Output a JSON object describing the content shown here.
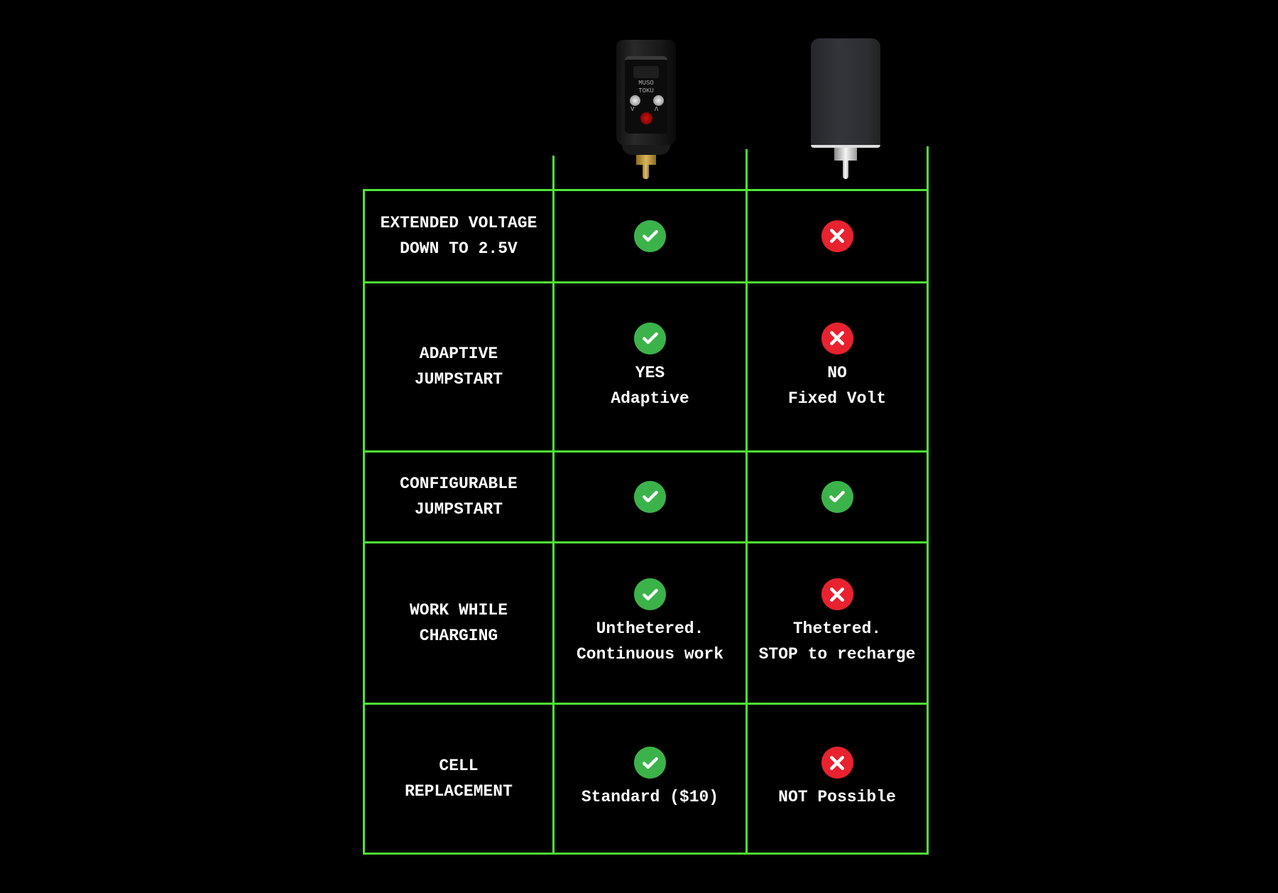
{
  "products": [
    {
      "name": "MUSO TOKU",
      "button_labels": [
        "V",
        "Λ"
      ]
    },
    {
      "name": ""
    }
  ],
  "rows": [
    {
      "feature": [
        "EXTENDED VOLTAGE",
        "DOWN TO 2.5V"
      ],
      "a": {
        "status": "check",
        "text": []
      },
      "b": {
        "status": "cross",
        "text": []
      }
    },
    {
      "feature": [
        "ADAPTIVE",
        "JUMPSTART"
      ],
      "a": {
        "status": "check",
        "text": [
          "YES",
          "Adaptive"
        ]
      },
      "b": {
        "status": "cross",
        "text": [
          "NO",
          "Fixed Volt"
        ]
      }
    },
    {
      "feature": [
        "CONFIGURABLE",
        "JUMPSTART"
      ],
      "a": {
        "status": "check",
        "text": []
      },
      "b": {
        "status": "check",
        "text": []
      }
    },
    {
      "feature": [
        "WORK WHILE",
        "CHARGING"
      ],
      "a": {
        "status": "check",
        "text": [
          "Unthetered.",
          "Continuous work"
        ]
      },
      "b": {
        "status": "cross",
        "text": [
          "Thetered.",
          "STOP to recharge"
        ]
      }
    },
    {
      "feature": [
        "CELL",
        "REPLACEMENT"
      ],
      "a": {
        "status": "check",
        "text": [
          "Standard ($10)"
        ]
      },
      "b": {
        "status": "cross",
        "text": [
          "NOT Possible"
        ]
      }
    }
  ],
  "colors": {
    "grid": "#4ee634",
    "check": "#3bb34a",
    "cross": "#e8222f",
    "background": "#000000"
  }
}
